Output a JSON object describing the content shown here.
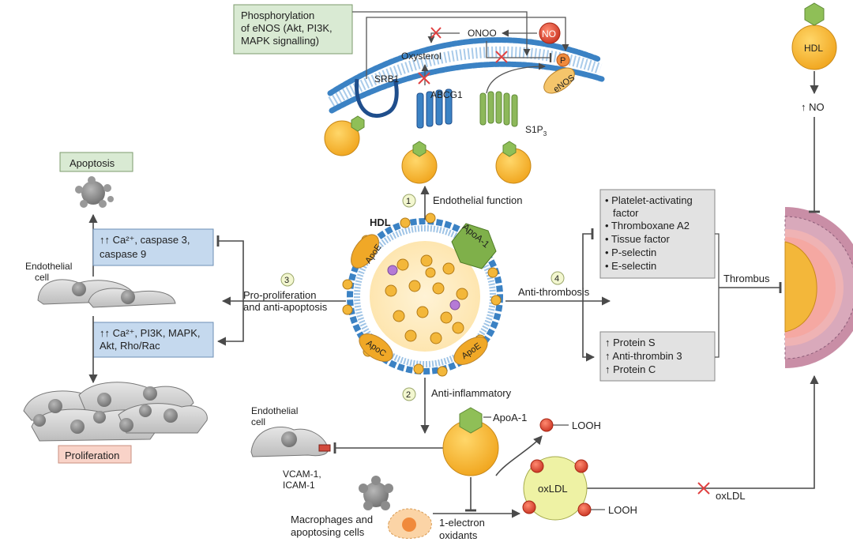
{
  "labels": {
    "phospho_box": [
      "Phosphorylation",
      "of eNOS (Akt, PI3K,",
      "MAPK signalling)"
    ],
    "onoo": "ONOO",
    "no": "NO",
    "p": "P",
    "oxysterol": "Oxysterol",
    "srb1": "SRB1",
    "abcg1": "ABCG1",
    "enos": "eNOS",
    "s1p3_main": "S1P",
    "s1p3_sub": "3",
    "endothelial_function": "Endothelial function",
    "hdl_center": "HDL",
    "apoe_top": "ApoE",
    "apoa1_center": "ApoA-1",
    "apoc": "ApoC",
    "apoe_bottom": "ApoE",
    "num1": "1",
    "num2": "2",
    "num3": "3",
    "num4": "4",
    "anti_inflammatory": "Anti-inflammatory",
    "anti_thrombosis": "Anti-thrombosis",
    "pro_prolif": [
      "Pro-proliferation",
      "and anti-apoptosis"
    ],
    "apoptosis": "Apoptosis",
    "proliferation": "Proliferation",
    "endothelial_cell_left": [
      "Endothelial",
      "cell"
    ],
    "ca_box1": [
      "↑↑ Ca²⁺, caspase 3,",
      "caspase 9"
    ],
    "ca_box2": [
      "↑↑ Ca²⁺, PI3K, MAPK,",
      "Akt, Rho/Rac"
    ],
    "platelet_box": [
      "• Platelet-activating",
      "factor",
      "• Thromboxane A2",
      "• Tissue factor",
      "• P-selectin",
      "• E-selectin"
    ],
    "protein_box": [
      "↑ Protein S",
      "↑ Anti-thrombin 3",
      "↑ Protein C"
    ],
    "thrombus": "Thrombus",
    "hdl_right": "HDL",
    "up_no": "↑ NO",
    "endothelial_cell_bottom": [
      "Endothelial",
      "cell"
    ],
    "vcam": [
      "VCAM-1,",
      "ICAM-1"
    ],
    "apoa1_bottom": "ApoA-1",
    "looh_top": "LOOH",
    "looh_bottom": "LOOH",
    "oxldl_center": "oxLDL",
    "oxldl_arrow": "oxLDL",
    "macrophages": [
      "Macrophages and",
      "apoptosing cells"
    ],
    "one_electron": [
      "1-electron",
      "oxidants"
    ]
  },
  "colors": {
    "hdl_yellow": "#f7b928",
    "hdl_yellow_dark": "#d9911a",
    "apoa1_green": "#8fbf57",
    "membrane_blue": "#5b9bd5",
    "membrane_dark": "#2f6fab",
    "receptor_green": "#8db85a",
    "no_red": "#e8543d",
    "enos_orange": "#f5c56b",
    "box_green": "#d9ead3",
    "box_blue": "#c5d9ee",
    "box_gray": "#e2e2e2",
    "box_pink": "#f9d3c8",
    "oxldl_yellow": "#eef2a4",
    "red_x": "#e04040",
    "vessel_pink": "#d98f9d",
    "vessel_purple": "#a97a9a"
  },
  "icons": [
    "hdl-particle-icon",
    "apoa1-hexagon-icon",
    "cell-icon",
    "blocked-x-icon",
    "membrane-icon",
    "vessel-icon",
    "macrophage-icon"
  ]
}
